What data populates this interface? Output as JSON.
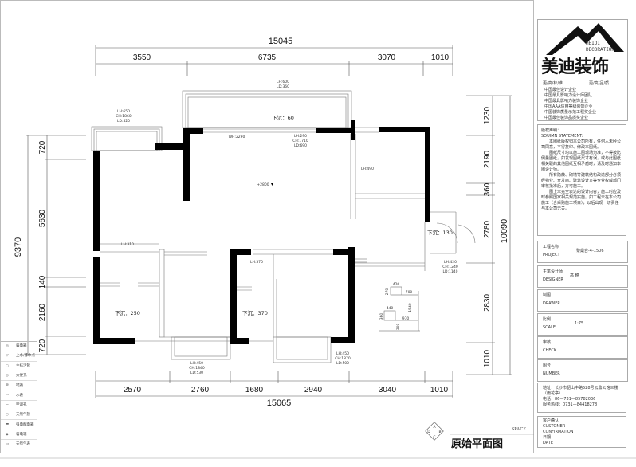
{
  "drawing_title": "原始平面图",
  "space_label": "SPACE",
  "compass": [
    "A",
    "B",
    "C",
    "D"
  ],
  "dimensions": {
    "top_total": "15045",
    "top": [
      "3550",
      "6735",
      "3070",
      "1010"
    ],
    "bottom": [
      "2570",
      "2760",
      "1680",
      "2940",
      "3040",
      "1010"
    ],
    "bottom_total": "15065",
    "left_total": "9370",
    "left": [
      "720",
      "5630",
      "140",
      "2160",
      "720"
    ],
    "right_total": "10090",
    "right": [
      "1230",
      "2190",
      "360",
      "2780",
      "2830",
      "1010"
    ]
  },
  "rooms": {
    "top_balcony": "下沉：60",
    "bedroom_left": "下沉：250",
    "bedroom_mid": "下沉：370",
    "entrance": "下沉：130"
  },
  "annotations": {
    "top_balcony": [
      "LH:600",
      "LD:360"
    ],
    "left_balcony": [
      "LH:650",
      "CH:1860",
      "LD:520"
    ],
    "door_wh": "WH:2290",
    "window_top": [
      "LH:290",
      "CH:1710",
      "LD:690"
    ],
    "elevation": "+2800",
    "kitchen": "LH:490",
    "left_beam": "LH:310",
    "mid_beam": "LH:370",
    "entrance_window": [
      "LH:420",
      "CH:1240",
      "LD:1140"
    ],
    "bottom_window_left": [
      "LH:450",
      "CH:1840",
      "LD:530"
    ],
    "bottom_window_right": [
      "LH:450",
      "CH:1870",
      "LD:500"
    ],
    "detail": [
      "420",
      "700",
      "440",
      "970",
      "1540",
      "300",
      "270",
      "360"
    ]
  },
  "legend": [
    "弱电箱",
    "上水/排水点",
    "主排污管",
    "大便孔",
    "地漏",
    "水表",
    "空调孔",
    "天然气管",
    "强电配电箱",
    "弱电箱",
    "天然气表"
  ],
  "title_block": {
    "brand_en": [
      "MEIDI",
      "DECORATION"
    ],
    "brand_cn": "美迪装饰",
    "slogan": [
      "更/高/标/准",
      "更/高/品/质"
    ],
    "honors": [
      "中国最佳设计企业",
      "中国最具影响力设计师团队",
      "中国最具影响力装饰企业",
      "中国AAA信用等级装饰企业",
      "中国装饰质量示范工程奖企业",
      "中国最佳装饰品质奖企业"
    ],
    "statement_title": "版权声明：",
    "statement_en": "SOUIMN STATEMENT:",
    "statement": [
      "本图纸版权归本公司所有，任何人未经公司同意，不得复印、修改本图纸。",
      "图纸尺寸均以施工图现场为准，不得按比例量图纸，如发现图纸尺寸有误，或与此图纸相关联的其他图纸互相矛盾时，请及时通知本图设计师。",
      "所有隐蔽、砌墙等建筑结构改造部分必须经物业、开发商、建筑设计方等专业权威部门审核批准后，方可施工。",
      "图上未完全表达的设计内容，施工时应及时参照国家相关规范实施。如工程未在本公司施工（含采购施工项目），以后出现一切责任与本公司无关。"
    ],
    "project_label": "工程名称",
    "project_label_en": "PROJECT",
    "project": "黎燊台-4-1506",
    "designer_label": "主笔设计师",
    "designer_label_en": "DESIGNER",
    "designer": "高 略",
    "drawer_label": "制图",
    "drawer_label_en": "DRAWER",
    "scale_label": "比例",
    "scale_label_en": "SCALE",
    "scale": "1:75",
    "check_label": "审核",
    "check_label_en": "CHECK",
    "number_label": "图号",
    "number_label_en": "NUMBER",
    "address": [
      "地址：长沙市韶山中路528号云鼎公馆三楼（雨花亭）",
      "电话：86—731—85782036",
      "服务热线：0731—84418278"
    ],
    "confirm": [
      "客户确认",
      "CUSTOMER",
      "CONFIRMATION",
      "日期",
      "DATE"
    ]
  }
}
